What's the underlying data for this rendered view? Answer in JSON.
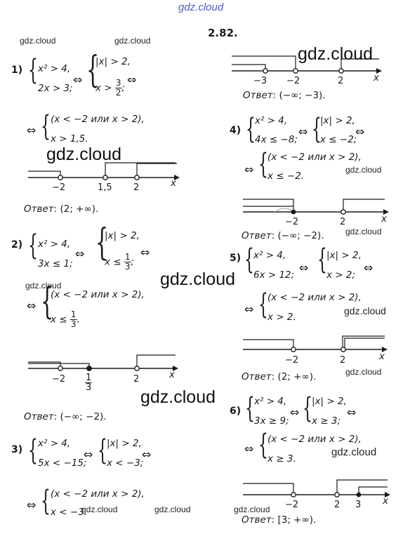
{
  "site_top": "gdz.cloud",
  "problem_number": "2.82.",
  "watermark_small": "gdz.cloud",
  "watermark_large": "gdz.cloud",
  "answer_label": "Ответ",
  "x_label": "x",
  "parts": [
    {
      "label": "1)",
      "system1": [
        "x² > 4,",
        "2x > 3;"
      ],
      "system2": [
        "|x| > 2,",
        "x > 3/2;"
      ],
      "system3": [
        "(x < −2 или x > 2),",
        "x > 1,5."
      ],
      "ticks": [
        "−2",
        "1,5",
        "2"
      ],
      "answer": ": (2; +∞)."
    },
    {
      "label": "2)",
      "system1": [
        "x² > 4,",
        "3x ≤ 1;"
      ],
      "system2": [
        "|x| > 2,",
        "x ≤ 1/3;"
      ],
      "system3": [
        "(x < −2 или x > 2),",
        "x ≤ 1/3."
      ],
      "ticks": [
        "−2",
        "1/3",
        "2"
      ],
      "answer": ": (−∞; −2)."
    },
    {
      "label": "3)",
      "system1": [
        "x² > 4,",
        "5x < −15;"
      ],
      "system2": [
        "|x| > 2,",
        "x < −3;"
      ],
      "system3": [
        "(x < −2 или x > 2),",
        "x < −3."
      ],
      "ticks": [
        "−3",
        "−2",
        "2"
      ],
      "answer": ": (−∞; −3)."
    },
    {
      "label": "4)",
      "system1": [
        "x² > 4,",
        "4x ≤ −8;"
      ],
      "system2": [
        "|x| > 2,",
        "x ≤ −2;"
      ],
      "system3": [
        "(x < −2 или x > 2),",
        "x ≤ −2."
      ],
      "ticks": [
        "−2",
        "2"
      ],
      "answer": ": (−∞; −2)."
    },
    {
      "label": "5)",
      "system1": [
        "x² > 4,",
        "6x > 12;"
      ],
      "system2": [
        "|x| > 2,",
        "x > 2;"
      ],
      "system3": [
        "(x < −2 или x > 2),",
        "x > 2."
      ],
      "ticks": [
        "−2",
        "2"
      ],
      "answer": ": (2; +∞)."
    },
    {
      "label": "6)",
      "system1": [
        "x² > 4,",
        "3x ≥ 9;"
      ],
      "system2": [
        "|x| > 2,",
        "x ≥ 3;"
      ],
      "system3": [
        "(x < −2 или x > 2),",
        "x ≥ 3."
      ],
      "ticks": [
        "−2",
        "2",
        "3"
      ],
      "answer": ": [3; +∞)."
    }
  ]
}
